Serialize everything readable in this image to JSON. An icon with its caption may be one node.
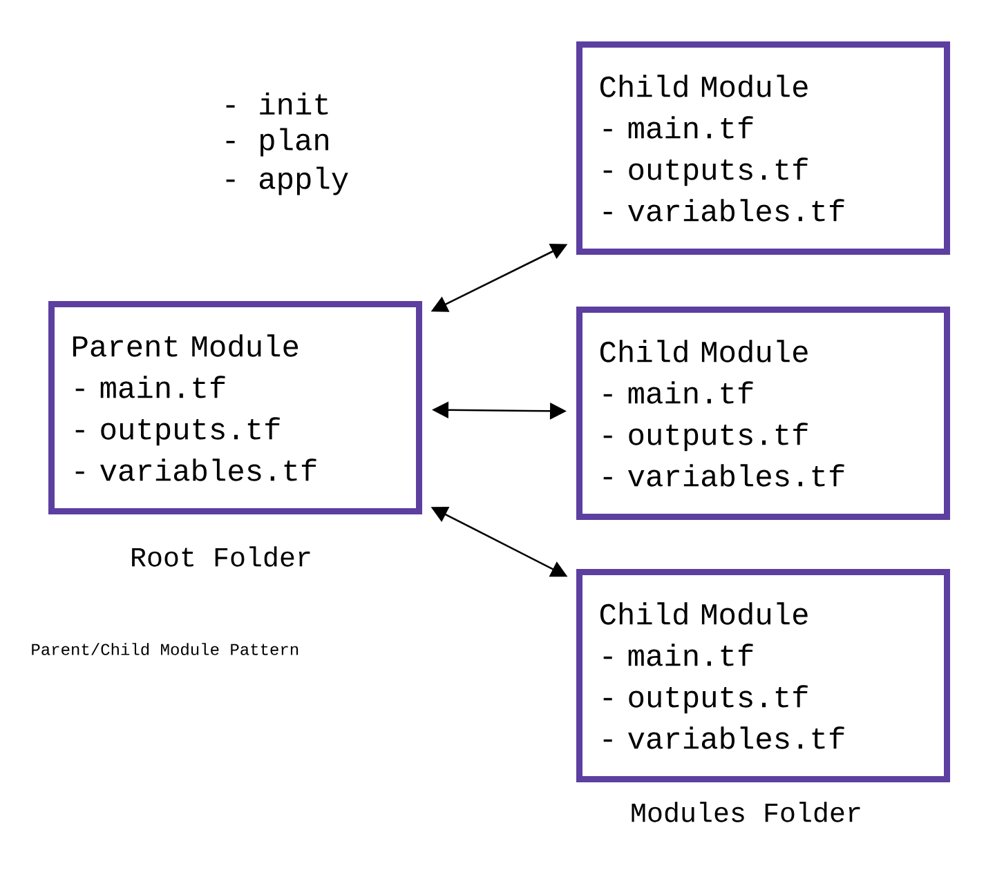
{
  "diagram": {
    "nodes": [
      {
        "text": [
          "Parent Module",
          "- main.tf",
          "- outputs.tf",
          "- variables.tf"
        ],
        "beside": [
          "Root Folder"
        ]
      },
      {
        "text": [
          "Child Module",
          "- main.tf",
          "- outputs.tf",
          "- variables.tf"
        ]
      },
      {
        "text": [
          "Child Module",
          "- main.tf",
          "- outputs.tf",
          "- variables.tf"
        ]
      },
      {
        "text": [
          "Child Module",
          "- main.tf",
          "- outputs.tf",
          "- variables.tf"
        ],
        "beside": [
          "Modules Folder"
        ]
      }
    ],
    "edges": [
      {
        "from": 0,
        "to": 1,
        "arrow": "both"
      },
      {
        "from": 0,
        "to": 2,
        "arrow": "both"
      },
      {
        "from": 0,
        "to": 3,
        "arrow": "both"
      }
    ],
    "labels": [
      "- init",
      "- plan",
      "- apply",
      "Parent/Child Module Pattern"
    ]
  }
}
